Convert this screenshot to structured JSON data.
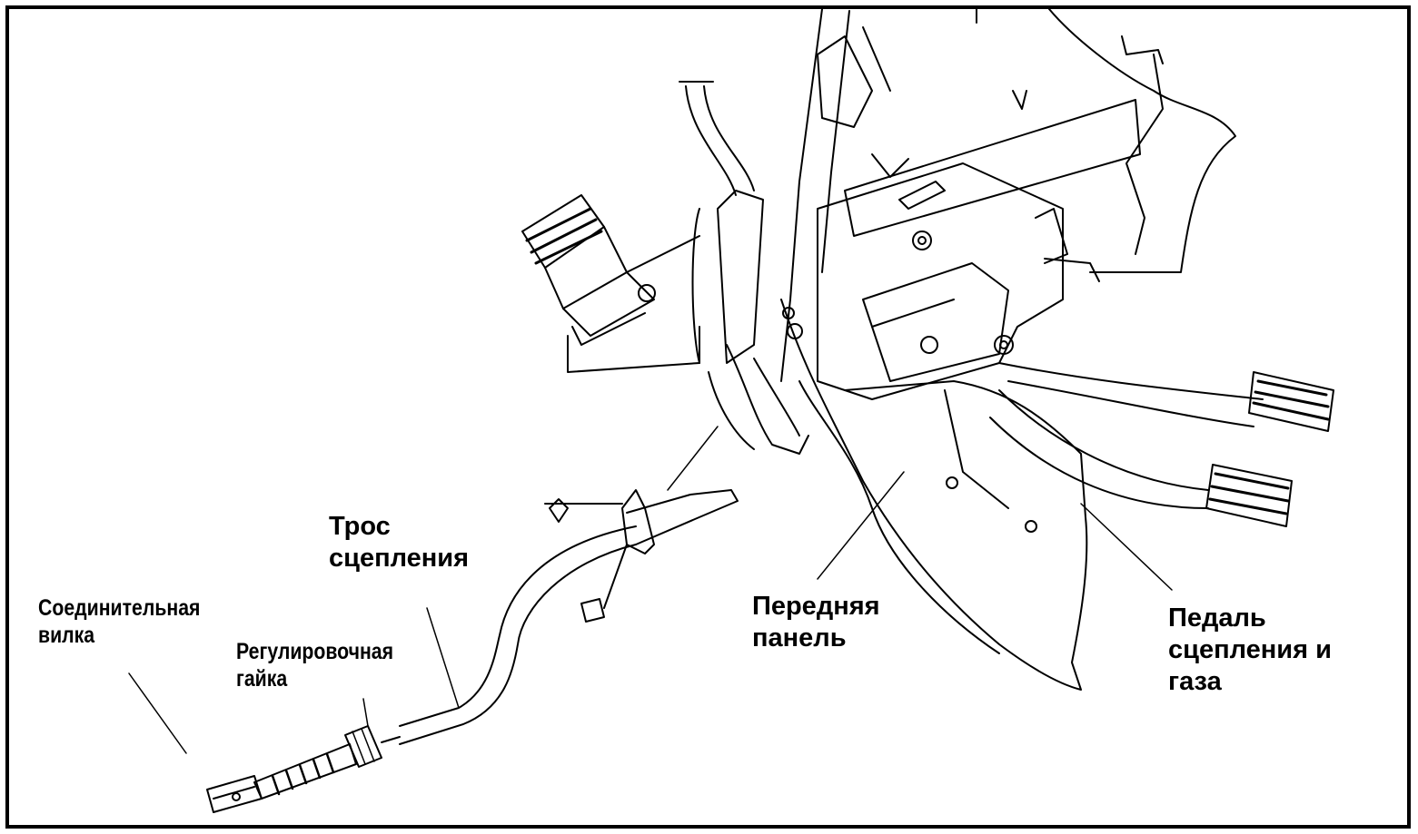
{
  "labels": {
    "cable": [
      "Трос",
      "сцепления"
    ],
    "fork": [
      "Соединительная",
      "вилка"
    ],
    "nut": [
      "Регулировочная",
      "гайка"
    ],
    "panel": [
      "Передняя",
      "панель"
    ],
    "pedal": [
      "Педаль",
      "сцепления и",
      "газа"
    ]
  },
  "colors": {
    "line": "#000000",
    "background": "#ffffff"
  }
}
